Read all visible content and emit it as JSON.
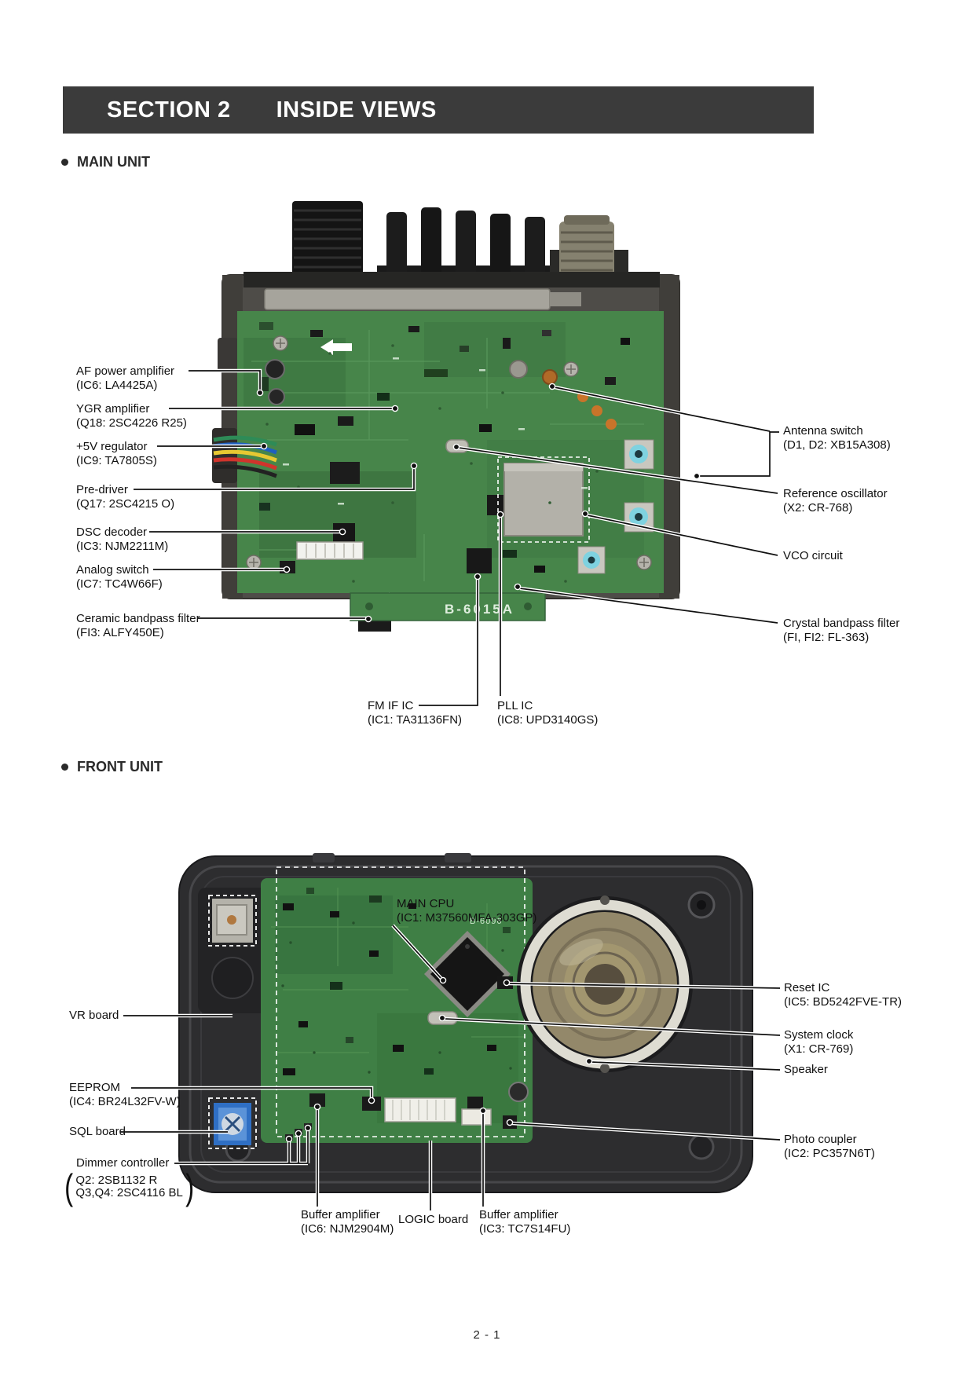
{
  "header": {
    "section_label": "SECTION 2",
    "section_title": "INSIDE VIEWS"
  },
  "footer": {
    "page_number": "2 - 1"
  },
  "main_unit": {
    "heading": "MAIN UNIT",
    "board_marking": "B-6015A",
    "labels": {
      "af_power_amplifier": {
        "name": "AF power amplifier",
        "part": "(IC6: LA4425A)"
      },
      "ygr_amplifier": {
        "name": "YGR amplifier",
        "part": "(Q18: 2SC4226 R25)"
      },
      "regulator_5v": {
        "name": "+5V regulator",
        "part": "(IC9: TA7805S)"
      },
      "pre_driver": {
        "name": "Pre-driver",
        "part": "(Q17: 2SC4215 O)"
      },
      "dsc_decoder": {
        "name": "DSC decoder",
        "part": "(IC3: NJM2211M)"
      },
      "analog_switch": {
        "name": "Analog switch",
        "part": "(IC7: TC4W66F)"
      },
      "ceramic_bandpass_filter": {
        "name": "Ceramic bandpass filter",
        "part": "(FI3: ALFY450E)"
      },
      "antenna_switch": {
        "name": "Antenna switch",
        "part": "(D1, D2: XB15A308)"
      },
      "reference_oscillator": {
        "name": "Reference oscillator",
        "part": "(X2: CR-768)"
      },
      "vco_circuit": {
        "name": "VCO circuit"
      },
      "crystal_bandpass_filter": {
        "name": "Crystal bandpass filter",
        "part": "(FI, FI2: FL-363)"
      },
      "fm_if_ic": {
        "name": "FM IF IC",
        "part": "(IC1: TA31136FN)"
      },
      "pll_ic": {
        "name": "PLL IC",
        "part": "(IC8: UPD3140GS)"
      }
    }
  },
  "front_unit": {
    "heading": "FRONT UNIT",
    "board_marking": "B-6096",
    "labels": {
      "main_cpu": {
        "name": "MAIN CPU",
        "part": "(IC1: M37560MFA-303GP)"
      },
      "vr_board": {
        "name": "VR board"
      },
      "eeprom": {
        "name": "EEPROM",
        "part": "(IC4: BR24L32FV-W)"
      },
      "sql_board": {
        "name": "SQL board"
      },
      "dimmer_controller": {
        "name": "Dimmer controller",
        "part_line1": "Q2: 2SB1132 R",
        "part_line2": "Q3,Q4: 2SC4116 BL",
        "paren_open": "(",
        "paren_close": ")"
      },
      "reset_ic": {
        "name": "Reset IC",
        "part": "(IC5: BD5242FVE-TR)"
      },
      "system_clock": {
        "name": "System clock",
        "part": "(X1: CR-769)"
      },
      "speaker": {
        "name": "Speaker"
      },
      "photo_coupler": {
        "name": "Photo coupler",
        "part": "(IC2: PC357N6T)"
      },
      "buffer_amplifier_left": {
        "name": "Buffer amplifier",
        "part": "(IC6: NJM2904M)"
      },
      "logic_board": {
        "name": "LOGIC board"
      },
      "buffer_amplifier_right": {
        "name": "Buffer amplifier",
        "part": "(IC3: TC7S14FU)"
      }
    }
  },
  "colors": {
    "header_bar": "#3b3b3b",
    "pcb_green": "#47854a",
    "case_black": "#2d2d2f",
    "callout": "#101010"
  }
}
